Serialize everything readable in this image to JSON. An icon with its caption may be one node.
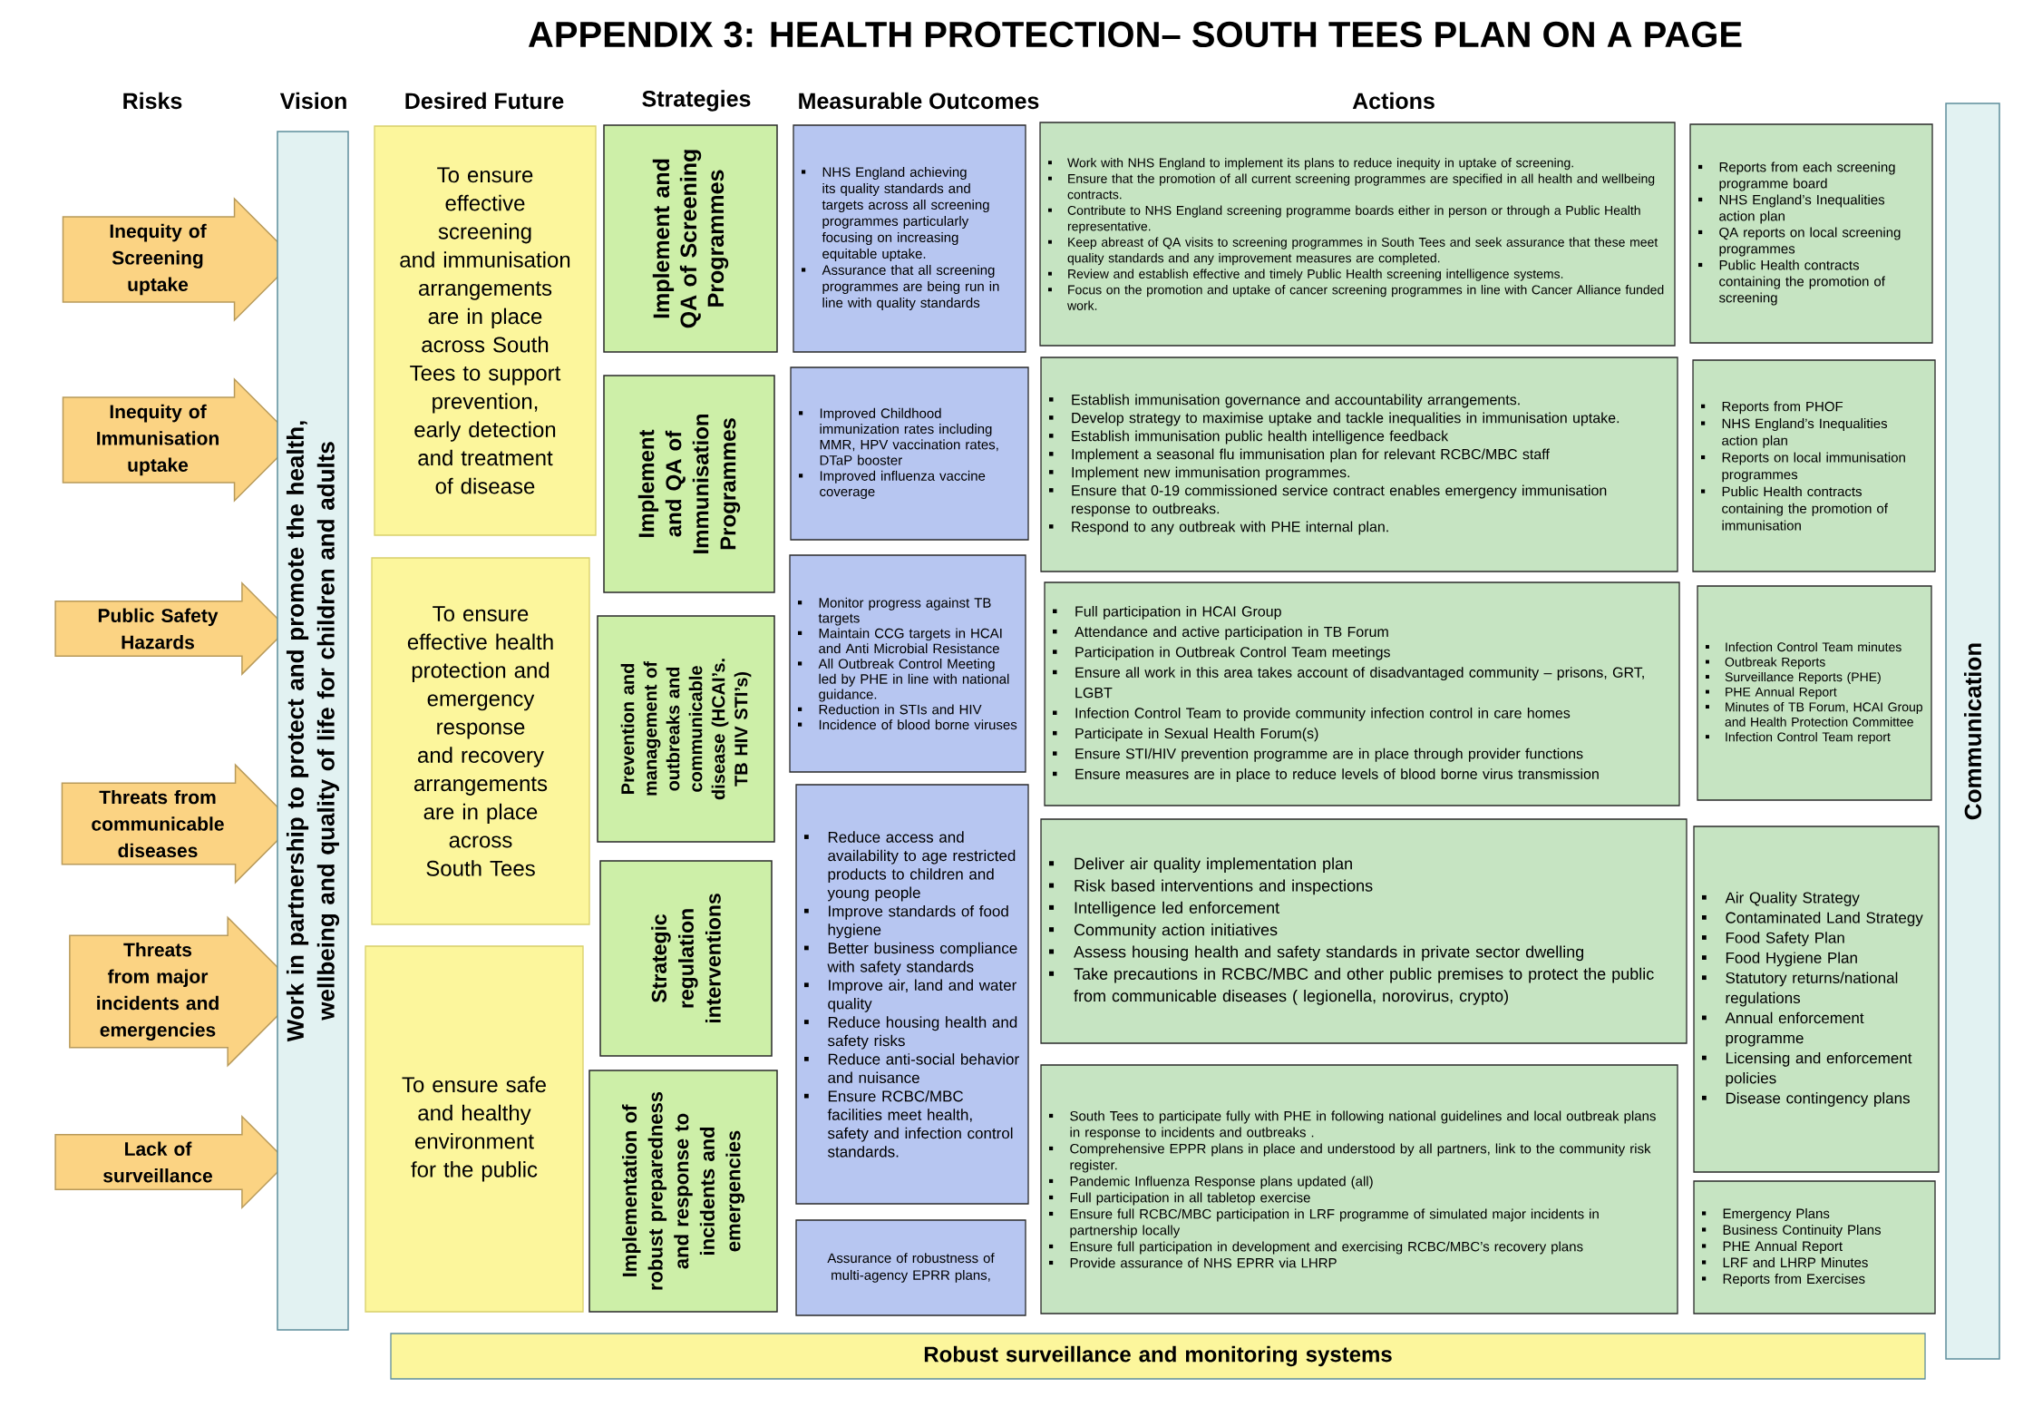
{
  "diagram": {
    "title": "APPENDIX 3: HEALTH PROTECTION– SOUTH TEES PLAN ON A PAGE",
    "nodes": [
      {
        "text": [
          "Inequity of Screening uptake"
        ]
      },
      {
        "text": [
          "Inequity of Immunisation uptake"
        ]
      },
      {
        "text": [
          "Public Safety Hazards"
        ]
      },
      {
        "text": [
          "Threats from communicable diseases"
        ]
      },
      {
        "text": [
          "Threats from major incidents and emergencies"
        ]
      },
      {
        "text": [
          "Lack of surveillance"
        ]
      },
      {
        "text": [
          "Work in partnership to protect and promote the health, wellbeing and quality of life for children and adults"
        ]
      },
      {
        "text": [
          "To ensure effective screening and immunisation arrangements are in place across South Tees to support prevention, early detection and treatment of disease"
        ]
      },
      {
        "text": [
          "To ensure effective health protection and emergency response and recovery arrangements are in place across South Tees"
        ]
      },
      {
        "text": [
          "To ensure safe and healthy environment for the public"
        ]
      },
      {
        "text": [
          "Implement and QA of Screening Programmes"
        ]
      },
      {
        "text": [
          "Implement and QA of Immunisation Programmes"
        ]
      },
      {
        "text": [
          "Prevention and management of outbreaks and communicable disease (HCAI’s. TB HIV STI’s)"
        ]
      },
      {
        "text": [
          "Strategic regulation interventions"
        ]
      },
      {
        "text": [
          "Implementation of robust preparedness and response to incidents and emergencies"
        ]
      },
      {
        "text": [
          "NHS England achieving its quality standards and targets across all screening programmes particularly focusing on increasing equitable uptake.",
          "Assurance that all screening programmes are being run in line with quality standards"
        ]
      },
      {
        "text": [
          "Improved Childhood immunization rates including MMR, HPV vaccination rates, DTaP booster",
          "Improved influenza vaccine coverage"
        ]
      },
      {
        "text": [
          "Monitor progress against TB targets",
          "Maintain CCG targets in HCAI and Anti Microbial Resistance",
          "All Outbreak Control Meeting led by PHE in line with national guidance.",
          "Reduction in STIs and HIV",
          "Incidence of blood borne viruses"
        ]
      },
      {
        "text": [
          "Reduce access and availability to age restricted products to children and young people",
          "Improve standards of food hygiene",
          "Better business compliance with safety standards",
          "Improve air, land and water quality",
          "Reduce housing health and safety risks",
          "Reduce anti-social behavior and nuisance",
          "Ensure RCBC/MBC facilities meet health, safety and infection control standards."
        ]
      },
      {
        "text": [
          "Assurance of robustness of multi-agency EPRR plans,"
        ]
      },
      {
        "text": [
          "Work with NHS England to implement its plans to reduce inequity in uptake of screening.",
          "Ensure that the promotion of all current screening programmes are specified in all health and wellbeing contracts.",
          "Contribute to NHS England screening programme boards either in person or through a Public Health representative.",
          "Keep abreast of QA visits to screening programmes in South Tees and seek assurance that these meet quality standards and any improvement measures are completed.",
          "Review and establish effective and timely Public Health screening intelligence systems.",
          "Focus on the promotion and uptake of cancer screening programmes in line with Cancer Alliance funded work."
        ]
      },
      {
        "text": [
          "Establish immunisation governance and accountability arrangements.",
          "Develop strategy to maximise uptake and tackle inequalities in immunisation uptake.",
          "Establish immunisation public health intelligence feedback",
          "Implement a seasonal flu immunisation plan for relevant RCBC/MBC staff",
          "Implement new immunisation programmes.",
          "Ensure that 0-19 commissioned service contract enables emergency immunisation response to outbreaks.",
          "Respond to any outbreak with PHE internal plan."
        ]
      },
      {
        "text": [
          "Full participation in HCAI Group",
          "Attendance and active participation in TB Forum",
          "Participation in Outbreak Control Team meetings",
          "Ensure all work in this area takes account of disadvantaged community – prisons, GRT, LGBT",
          "Infection Control Team to provide community infection control in care homes",
          "Participate in Sexual Health Forum(s)",
          "Ensure STI/HIV prevention programme are in place through provider functions",
          "Ensure measures are in place to reduce levels of blood borne virus transmission"
        ]
      },
      {
        "text": [
          "Deliver air quality implementation plan",
          "Risk  based interventions and inspections",
          "Intelligence led enforcement",
          "Community action initiatives",
          "Assess housing health and safety standards in private sector dwelling",
          "Take precautions in RCBC/MBC and other public premises to protect the public from communicable diseases ( legionella, norovirus, crypto)"
        ]
      },
      {
        "text": [
          "South Tees to participate fully with PHE in following national guidelines and local outbreak plans in response to  incidents and outbreaks .",
          "Comprehensive EPPR plans in place and understood by all partners, link to the community risk register.",
          "Pandemic Influenza Response plans updated (all)",
          "Full participation in all tabletop exercise",
          "Ensure full RCBC/MBC participation in LRF programme of simulated major incidents in partnership locally",
          "Ensure full participation in development and exercising RCBC/MBC’s recovery plans",
          "Provide assurance of NHS EPRR via LHRP"
        ]
      },
      {
        "text": [
          "Reports from each screening programme board",
          "NHS England’s Inequalities action plan",
          "QA reports on local screening programmes",
          "Public Health contracts containing the promotion of screening"
        ]
      },
      {
        "text": [
          "Reports from PHOF",
          "NHS England’s Inequalities action plan",
          "Reports on local immunisation  programmes",
          "Public Health contracts containing the promotion of immunisation"
        ]
      },
      {
        "text": [
          "Infection Control Team minutes",
          "Outbreak Reports",
          "Surveillance Reports (PHE)",
          "PHE Annual Report",
          "Minutes of TB Forum, HCAI Group and Health Protection Committee",
          "Infection Control Team report"
        ]
      },
      {
        "text": [
          "Air Quality Strategy",
          "Contaminated Land Strategy",
          "Food Safety Plan",
          "Food Hygiene Plan",
          "Statutory returns/national regulations",
          "Annual enforcement programme",
          "Licensing and enforcement policies",
          "Disease contingency plans"
        ]
      },
      {
        "text": [
          "Emergency Plans",
          "Business Continuity Plans",
          "PHE Annual Report",
          "LRF and LHRP Minutes",
          "Reports from Exercises"
        ]
      },
      {
        "text": [
          "Communication"
        ]
      },
      {
        "text": [
          "Robust surveillance and monitoring systems"
        ]
      }
    ],
    "labels": [
      "Risks",
      "Vision",
      "Desired Future",
      "Strategies",
      "Measurable Outcomes",
      "Actions"
    ]
  }
}
